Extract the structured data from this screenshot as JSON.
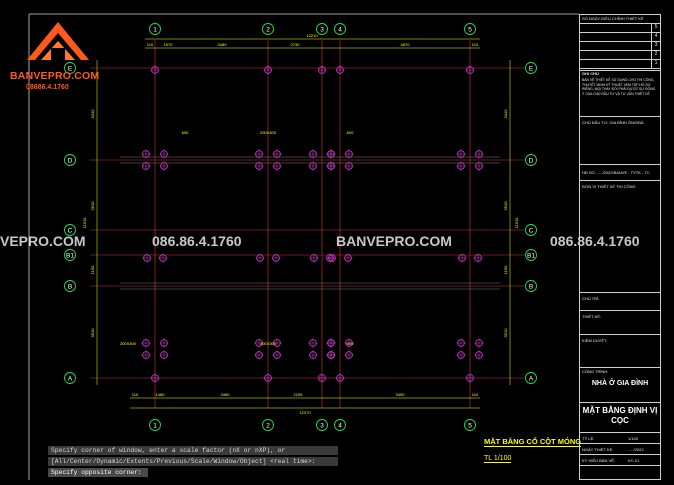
{
  "logo": {
    "brand": "BANVEPRO.COM",
    "phone": "08686.4.1760"
  },
  "watermarks": [
    {
      "text": "VEPRO.COM"
    },
    {
      "text": "086.86.4.1760"
    },
    {
      "text": "BANVEPRO.COM"
    },
    {
      "text": "086.86.4.1760"
    }
  ],
  "grid": {
    "axis_cols_top": [
      "1",
      "2",
      "3",
      "4",
      "5"
    ],
    "axis_rows": [
      "E",
      "D",
      "C",
      "B1",
      "B",
      "A"
    ],
    "overall_top": "12210",
    "overall_bottom": "12070",
    "dims_top": [
      "110",
      "1070",
      "3480",
      "2730",
      "4870",
      "110"
    ],
    "dims_bottom": [
      "110",
      "1480",
      "3480",
      "2195",
      "3490",
      "110"
    ],
    "dims_left": [
      "3410",
      "3610",
      "1160",
      "3510"
    ],
    "dims_right": [
      "3410",
      "3610",
      "1160",
      "3510"
    ],
    "overall_side": "11910"
  },
  "cap_labels": [
    "600",
    "200X400",
    "600",
    "200X400",
    "200X300",
    "600"
  ],
  "command_line": {
    "line1": "Specify corner of window, enter a scale factor (nX or nXP), or",
    "line2": "[All/Center/Dynamic/Extents/Previous/Scale/Window/Object] <real time>:",
    "line3": "Specify opposite corner:"
  },
  "drawing_title": {
    "title": "MẶT BẰNG CỔ CỘT MÓNG",
    "scale": "TL 1/100"
  },
  "title_block": {
    "revision_header": "SỐ  NGÀY  ĐIỀU CHỈNH THIẾT KẾ",
    "revision_numbers": [
      "5",
      "4",
      "3",
      "2",
      "1"
    ],
    "notes_header": "GHI CHÚ",
    "notes_text": "BẢN VẼ THIẾT KẾ SỬ DỤNG CHO THI CÔNG, THUYẾT MINH KỸ THUẬT XEM TẬP HỒ SƠ RIÊNG, MỌI THAY ĐỔI PHẢI ĐƯỢC SỰ ĐỒNG Ý CỦA CHỦ ĐẦU TƯ VÀ TƯ VẤN THIẾT KẾ",
    "owner": "CHỦ ĐẦU TƯ: GIA ĐÌNH ÔNG/BÀ",
    "project_no": "HĐ SỐ: ...../2022/BANVE - TVTK - TC",
    "design_unit": "ĐƠN VỊ THIẾT KẾ THI CÔNG",
    "signers": [
      "CHỦ TRÌ:",
      "THIẾT KẾ:",
      "KIỂM DUYỆT:"
    ],
    "project_label": "CÔNG TRÌNH:",
    "project_name": "NHÀ Ở GIA ĐÌNH",
    "sheet_title": "MẶT BẰNG ĐỊNH VỊ CỌC",
    "meta": [
      {
        "label": "TỶ LỆ:",
        "value": "1/100"
      },
      {
        "label": "NGÀY THIẾT KẾ:",
        "value": "...../2022"
      },
      {
        "label": "KÝ HIỆU BẢN VẼ:",
        "value": "KC-01"
      }
    ]
  },
  "colors": {
    "background": "#000000",
    "axis": "#22e04a",
    "dimension": "#ffff00",
    "grid_line": "#d03a3a",
    "pile": "#d63cd6",
    "frame": "#cfcfcf",
    "logo": "#ff5a1a"
  }
}
